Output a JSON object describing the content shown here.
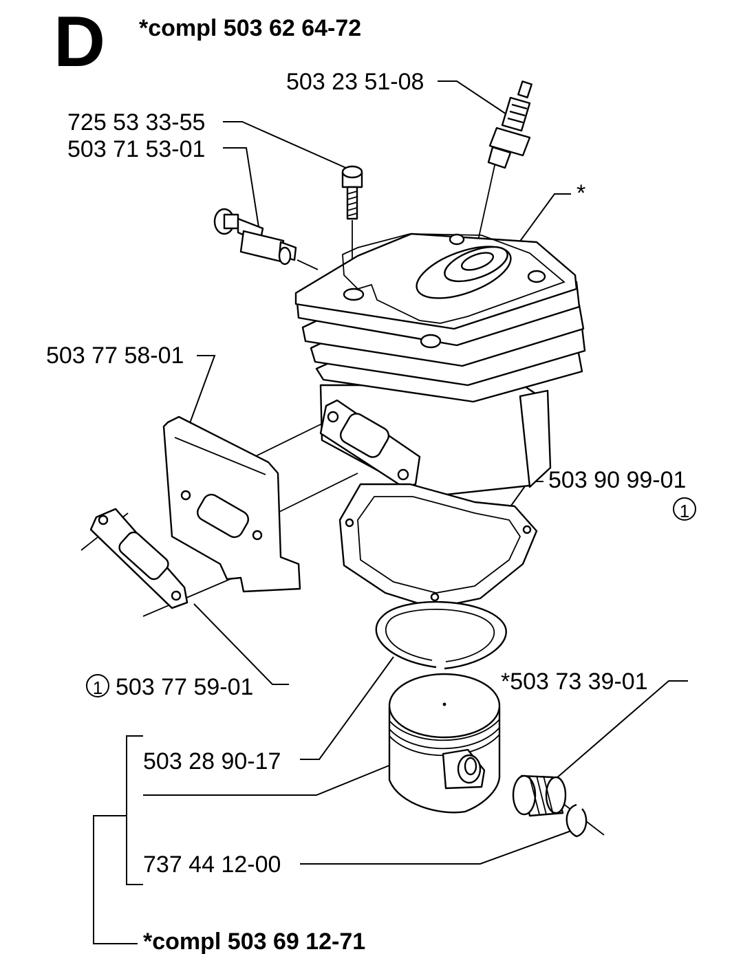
{
  "section_letter": "D",
  "header_compl": "*compl 503 62 64-72",
  "footer_compl": "*compl 503 69 12-71",
  "asterisk_note": "*",
  "parts": {
    "spark_plug": "503 23 51-08",
    "screw": "725 53 33-55",
    "decompression_valve": "503 71 53-01",
    "heat_shield": "503 77 58-01",
    "cylinder_gasket": "503 90 99-01",
    "muffler_gasket": "503 77 59-01",
    "needle_bearing": "*503 73 39-01",
    "piston_ring": "503 28 90-17",
    "circlip": "737 44 12-00"
  },
  "circled_marker": "1"
}
